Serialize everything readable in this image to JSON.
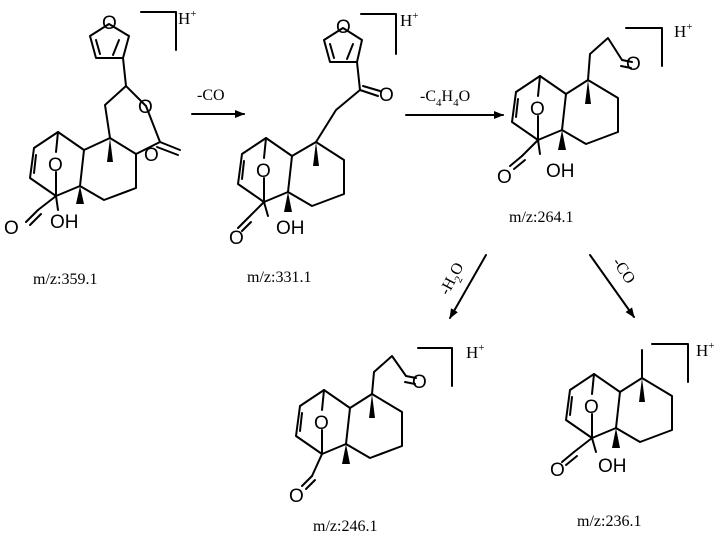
{
  "figure": {
    "labels": {
      "ion": "H",
      "ion_charge": "+",
      "oxygen": "O",
      "hydroxyl": "OH"
    },
    "structures": [
      {
        "name": "precursor",
        "mz": "m/z:359.1"
      },
      {
        "name": "loss-co-product",
        "mz": "m/z:331.1"
      },
      {
        "name": "loss-furan-product",
        "mz": "m/z:264.1"
      },
      {
        "name": "loss-water-product",
        "mz": "m/z:246.1"
      },
      {
        "name": "second-loss-co-product",
        "mz": "m/z:236.1"
      }
    ],
    "steps": [
      {
        "name": "step-1",
        "label": "-CO"
      },
      {
        "name": "step-2",
        "label_main": "-C",
        "label_sub1": "4",
        "label_mid": "H",
        "label_sub2": "4",
        "label_end": "O"
      },
      {
        "name": "step-3",
        "label_main": "-H",
        "label_sub": "2",
        "label_end": "O"
      },
      {
        "name": "step-4",
        "label": "-CO"
      }
    ]
  }
}
